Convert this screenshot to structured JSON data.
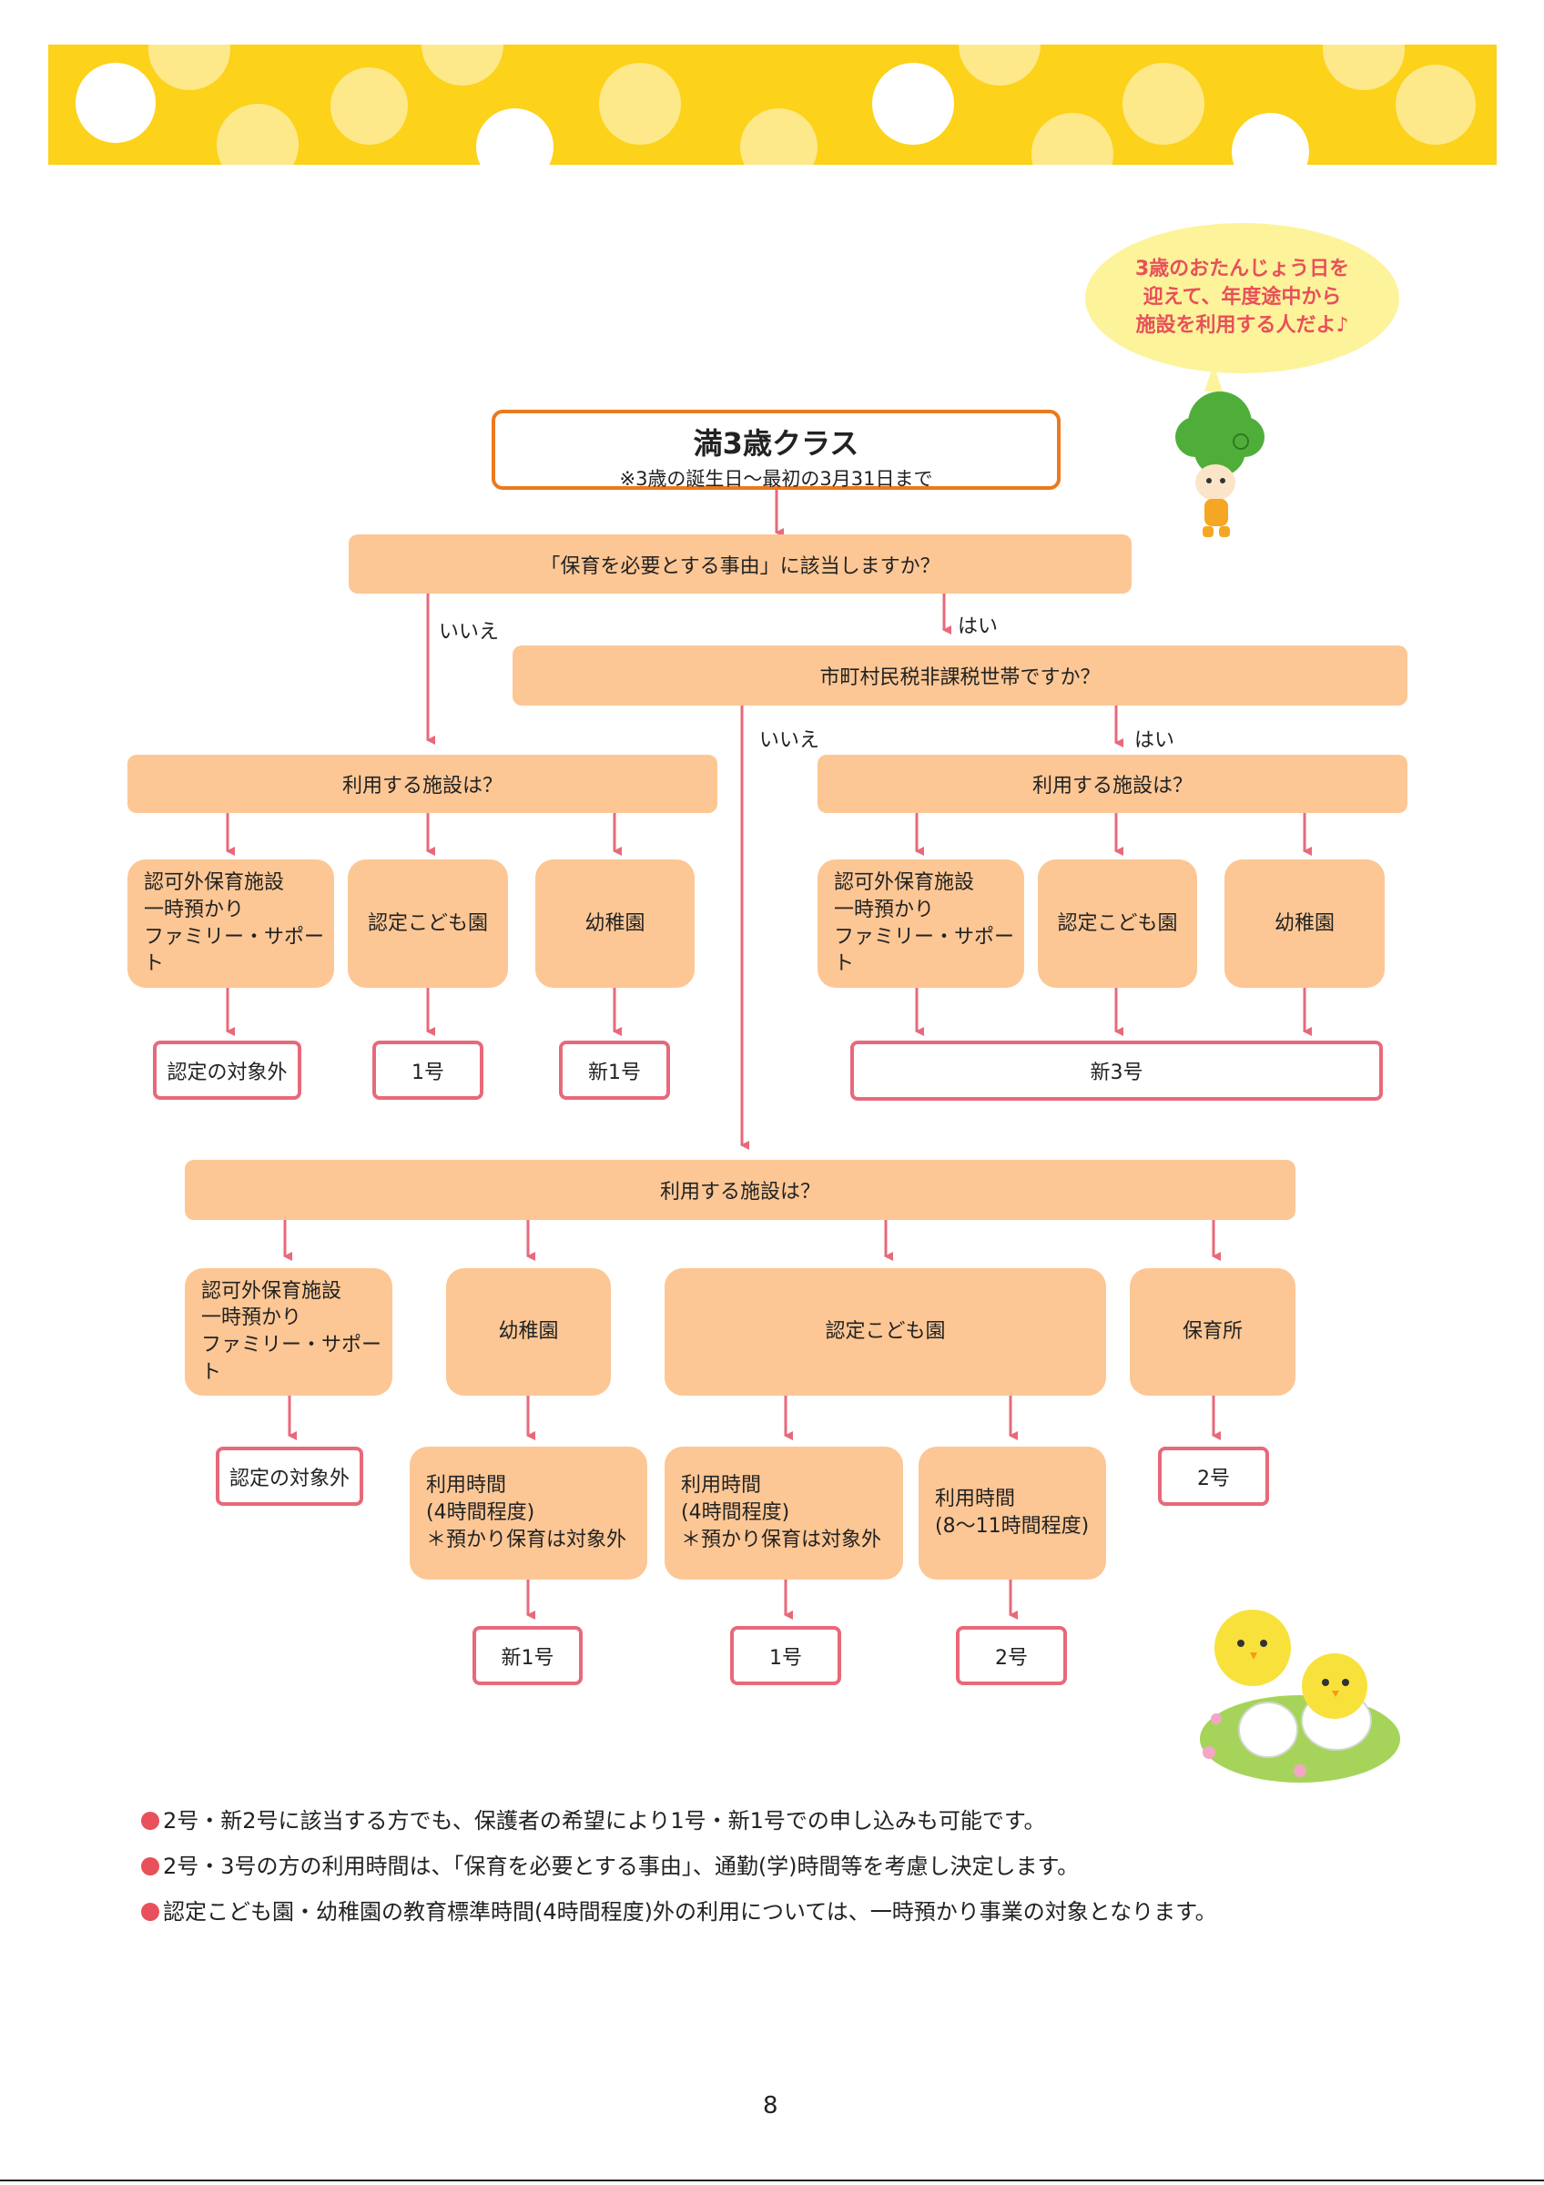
{
  "header": {
    "title": "満3歳クラス",
    "subtitle": "※3歳の誕生日～最初の3月31日まで"
  },
  "speech_bubble": "3歳のおたんじょう日を\n迎えて、年度途中から\n施設を利用する人だよ♪",
  "q1": {
    "text": "「保育を必要とする事由」に該当しますか？",
    "yes": "はい",
    "no": "いいえ"
  },
  "q2": {
    "text": "市町村民税非課税世帯ですか？",
    "yes": "はい",
    "no": "いいえ"
  },
  "left_branch": {
    "question": "利用する施設は？",
    "facilities": [
      "認可外保育施設\n一時預かり\nファミリー・サポート",
      "認定こども園",
      "幼稚園"
    ],
    "results": [
      "認定の対象外",
      "1号",
      "新1号"
    ]
  },
  "right_branch": {
    "question": "利用する施設は？",
    "facilities": [
      "認可外保育施設\n一時預かり\nファミリー・サポート",
      "認定こども園",
      "幼稚園"
    ],
    "result": "新3号"
  },
  "bottom_branch": {
    "question": "利用する施設は？",
    "facilities": [
      "認可外保育施設\n一時預かり\nファミリー・サポート",
      "幼稚園",
      "認定こども園",
      "保育所"
    ],
    "usage": [
      "利用時間\n(4時間程度)\n＊預かり保育は対象外",
      "利用時間\n(4時間程度)\n＊預かり保育は対象外",
      "利用時間\n(8～11時間程度)"
    ],
    "results": [
      "認定の対象外",
      "2号",
      "新1号",
      "1号",
      "2号"
    ]
  },
  "notes": [
    "2号・新2号に該当する方でも、保護者の希望により1号・新1号での申し込みも可能です。",
    "2号・3号の方の利用時間は、「保育を必要とする事由」、通勤(学)時間等を考慮し決定します。",
    "認定こども園・幼稚園の教育標準時間(4時間程度)外の利用については、一時預かり事業の対象となります。"
  ],
  "page_number": "8",
  "colors": {
    "accent_orange": "#eb7a1e",
    "box_fill": "#fcc795",
    "result_border": "#e8697a",
    "banner": "#fcd21a",
    "bullet": "#e8505b"
  }
}
